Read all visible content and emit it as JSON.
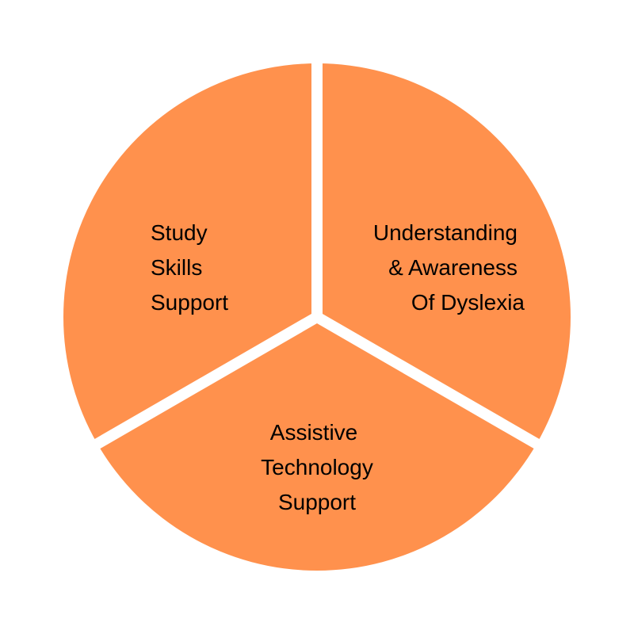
{
  "diagram": {
    "fill_color": "#FF914D",
    "gap_color": "#FFFFFF",
    "segments": [
      {
        "id": "study-skills",
        "lines": [
          "Study",
          "Skills",
          "Support"
        ]
      },
      {
        "id": "understanding-awareness",
        "lines": [
          "Understanding",
          "& Awareness",
          "Of Dyslexia"
        ]
      },
      {
        "id": "assistive-technology",
        "lines": [
          "Assistive",
          "Technology",
          "Support"
        ]
      }
    ]
  }
}
